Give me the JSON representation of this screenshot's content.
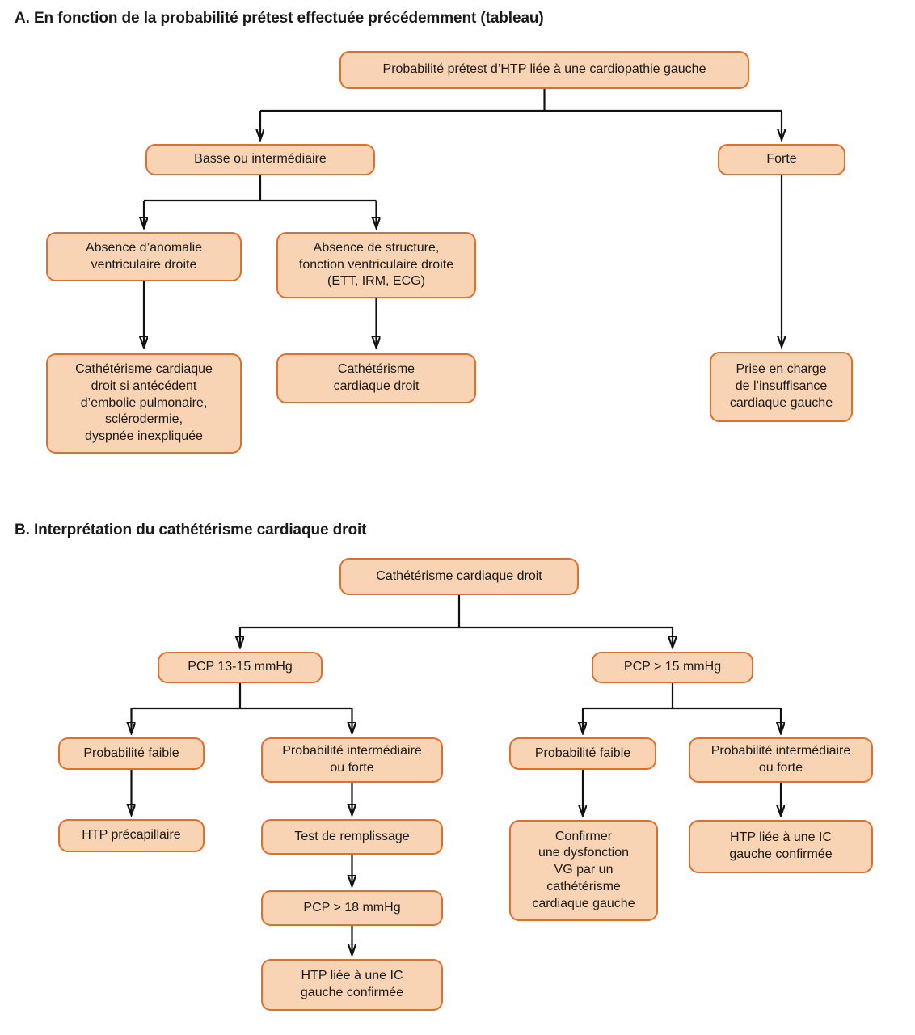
{
  "colors": {
    "box_fill": "#f8d4b4",
    "box_border": "#de6f2d",
    "line": "#111111",
    "text": "#1a1a1a",
    "page_bg": "#ffffff"
  },
  "section_a": {
    "title": "A. En fonction de la probabilité prétest effectuée précédemment (tableau)",
    "nodes": {
      "pretest": "Probabilité prétest d’HTP liée à une cardiopathie gauche",
      "basse_intermediaire": "Basse ou intermédiaire",
      "forte": "Forte",
      "absence_anomalie": "Absence d’anomalie\nventriculaire droite",
      "absence_structure": "Absence de structure,\nfonction ventriculaire droite\n(ETT, IRM, ECG)",
      "catheterisme_si_antecedent": "Cathétérisme cardiaque\ndroit si antécédent\nd’embolie pulmonaire,\nsclérodermie,\ndyspnée inexpliquée",
      "catheterisme_droit": "Cathétérisme\ncardiaque droit",
      "prise_en_charge": "Prise en charge\nde l’insuffisance\ncardiaque gauche"
    },
    "edges": [
      {
        "from": "pretest",
        "to": "basse_intermediaire"
      },
      {
        "from": "pretest",
        "to": "forte"
      },
      {
        "from": "basse_intermediaire",
        "to": "absence_anomalie"
      },
      {
        "from": "basse_intermediaire",
        "to": "absence_structure"
      },
      {
        "from": "absence_anomalie",
        "to": "catheterisme_si_antecedent"
      },
      {
        "from": "absence_structure",
        "to": "catheterisme_droit"
      },
      {
        "from": "forte",
        "to": "prise_en_charge"
      }
    ]
  },
  "section_b": {
    "title": "B. Interprétation du cathétérisme cardiaque droit",
    "nodes": {
      "catheterisme_droit": "Cathétérisme cardiaque droit",
      "pcp_13_15": "PCP 13-15 mmHg",
      "pcp_sup_15": "PCP > 15 mmHg",
      "prob_faible_gauche": "Probabilité faible",
      "prob_interm_gauche": "Probabilité intermédiaire\nou forte",
      "htp_precapillaire": "HTP précapillaire",
      "test_remplissage": "Test de remplissage",
      "pcp_sup_18": "PCP > 18 mmHg",
      "htp_ic_confirmee_gauche": "HTP liée à une IC\ngauche confirmée",
      "prob_faible_droite": "Probabilité faible",
      "prob_interm_droite": "Probabilité intermédiaire\nou forte",
      "confirmer_dysfonction": "Confirmer\nune dysfonction\nVG par un\ncathétérisme\ncardiaque gauche",
      "htp_ic_confirmee_droite": "HTP liée à une IC\ngauche confirmée"
    },
    "edges": [
      {
        "from": "catheterisme_droit",
        "to": "pcp_13_15"
      },
      {
        "from": "catheterisme_droit",
        "to": "pcp_sup_15"
      },
      {
        "from": "pcp_13_15",
        "to": "prob_faible_gauche"
      },
      {
        "from": "pcp_13_15",
        "to": "prob_interm_gauche"
      },
      {
        "from": "prob_faible_gauche",
        "to": "htp_precapillaire"
      },
      {
        "from": "prob_interm_gauche",
        "to": "test_remplissage"
      },
      {
        "from": "test_remplissage",
        "to": "pcp_sup_18"
      },
      {
        "from": "pcp_sup_18",
        "to": "htp_ic_confirmee_gauche"
      },
      {
        "from": "pcp_sup_15",
        "to": "prob_faible_droite"
      },
      {
        "from": "pcp_sup_15",
        "to": "prob_interm_droite"
      },
      {
        "from": "prob_faible_droite",
        "to": "confirmer_dysfonction"
      },
      {
        "from": "prob_interm_droite",
        "to": "htp_ic_confirmee_droite"
      }
    ]
  }
}
